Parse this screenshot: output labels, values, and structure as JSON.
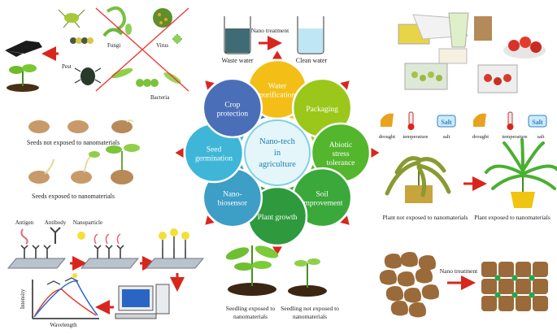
{
  "hub": {
    "center_lines": [
      "Nano-tech",
      "in",
      "agriculture"
    ],
    "petals": [
      {
        "lines": [
          "Water",
          "purification"
        ],
        "color": "#f3bf16"
      },
      {
        "lines": [
          "Packaging"
        ],
        "color": "#9bc71a"
      },
      {
        "lines": [
          "Abiotic",
          "stress",
          "tolerance"
        ],
        "color": "#53b62d"
      },
      {
        "lines": [
          "Soil",
          "improvement"
        ],
        "color": "#3aa83b"
      },
      {
        "lines": [
          "Plant growth"
        ],
        "color": "#2e9a3d"
      },
      {
        "lines": [
          "Nano-",
          "biosensor"
        ],
        "color": "#3d9ec6"
      },
      {
        "lines": [
          "Seed",
          "germination"
        ],
        "color": "#3fb6d8"
      },
      {
        "lines": [
          "Crop",
          "protection"
        ],
        "color": "#4a6fb8"
      }
    ]
  },
  "water": {
    "waste_label": "Waste water",
    "clean_label": "Clean water",
    "treatment_label": "Nano treatment"
  },
  "protection": {
    "fungi_label": "Fungi",
    "virus_label": "Virus",
    "pest_label": "Pest",
    "bacteria_label": "Bacteria"
  },
  "seeds": {
    "not_exposed_label": "Seeds not exposed to nanomaterials",
    "exposed_label": "Seeds exposed to nanomaterials"
  },
  "biosensor": {
    "antigen_label": "Antigen",
    "antibody_label": "Antibody",
    "nanoparticle_label": "Nanoparticle",
    "y_axis_label": "Intensity",
    "x_axis_label": "Wavelength"
  },
  "seedling": {
    "exposed_label_lines": [
      "Seedling  exposed to",
      "nanomaterials"
    ],
    "not_exposed_label_lines": [
      "Seedling not exposed to",
      "nanomaterials"
    ]
  },
  "stress": {
    "drought_label": "drought",
    "temperature_label": "temperature",
    "salt_label": "salt",
    "salt_box_text": "Salt",
    "plant_not_exposed_label": "Plant not exposed to nanomaterials",
    "plant_exposed_label": "Plant exposed to nanomaterials"
  },
  "soil": {
    "treatment_label": "Nano treatment"
  },
  "colors": {
    "arrow_red": "#d9261c",
    "center_fill": "#e4f6fa",
    "center_text": "#1e7fb0",
    "soil_brown": "#9a6a3a",
    "np_green": "#1faa4a"
  }
}
